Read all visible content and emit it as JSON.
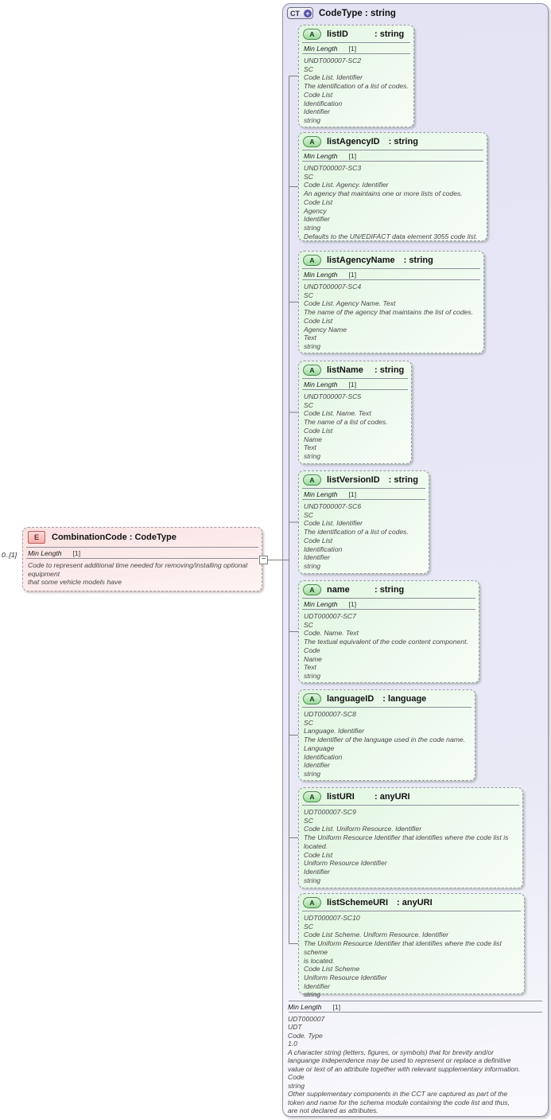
{
  "colors": {
    "ct_lavender": "#e6e6f5",
    "attribute_green": "#e3f7e3",
    "element_pink": "#fbe5e5",
    "connector_gray": "#7f7f7f"
  },
  "icons": {
    "collapse_glyph": "−",
    "plus_glyph": "+",
    "element_glyph": "E",
    "attribute_glyph": "A",
    "complextype_glyph": "CT"
  },
  "element": {
    "multiplicity_label": "0..[1]",
    "title": "CombinationCode : CodeType",
    "facet_name": "Min Length",
    "facet_value": "[1]",
    "doc_lines": [
      "Code to represent additional time needed for removing/installing optional",
      "equipment",
      "that some vehicle models have"
    ]
  },
  "complex_type": {
    "title": "CodeType : string",
    "attributes": [
      {
        "name": "listID",
        "type": "string",
        "facet_name": "Min Length",
        "facet_value": "[1]",
        "doc_lines": [
          "UNDT000007-SC2",
          "SC",
          "Code List. Identifier",
          "The identification of a list of codes.",
          "Code List",
          "Identification",
          "Identifier",
          "string"
        ]
      },
      {
        "name": "listAgencyID",
        "type": "string",
        "facet_name": "Min Length",
        "facet_value": "[1]",
        "doc_lines": [
          "UNDT000007-SC3",
          "SC",
          "Code List. Agency. Identifier",
          "An agency that maintains one or more lists of codes.",
          "Code List",
          "Agency",
          "Identifier",
          "string",
          "Defaults to the UN/EDIFACT data element 3055 code list."
        ]
      },
      {
        "name": "listAgencyName",
        "type": "string",
        "facet_name": "Min Length",
        "facet_value": "[1]",
        "doc_lines": [
          "UNDT000007-SC4",
          "SC",
          "Code List. Agency Name. Text",
          "The name of the agency that maintains the list of codes.",
          "Code List",
          "Agency Name",
          "Text",
          "string"
        ]
      },
      {
        "name": "listName",
        "type": "string",
        "facet_name": "Min Length",
        "facet_value": "[1]",
        "doc_lines": [
          "UNDT000007-SC5",
          "SC",
          "Code List. Name. Text",
          "The name of a list of codes.",
          "Code List",
          "Name",
          "Text",
          "string"
        ]
      },
      {
        "name": "listVersionID",
        "type": "string",
        "facet_name": "Min Length",
        "facet_value": "[1]",
        "doc_lines": [
          "UNDT000007-SC6",
          "SC",
          "Code List. Identifier",
          "The identification of a list of codes.",
          "Code List",
          "Identification",
          "Identifier",
          "string"
        ]
      },
      {
        "name": "name",
        "type": "string",
        "facet_name": "Min Length",
        "facet_value": "[1]",
        "doc_lines": [
          "UDT000007-SC7",
          "SC",
          "Code. Name. Text",
          "The textual equivalent of the code content component.",
          "Code",
          "Name",
          "Text",
          "string"
        ]
      },
      {
        "name": "languageID",
        "type": "language",
        "doc_lines": [
          "UDT000007-SC8",
          "SC",
          "Language. Identifier",
          "The identifier of the language used in the code name.",
          "Language",
          "Identification",
          "Identifier",
          "string"
        ]
      },
      {
        "name": "listURI",
        "type": "anyURI",
        "doc_lines": [
          "UDT000007-SC9",
          "SC",
          "Code List. Uniform Resource. Identifier",
          "The Uniform Resource Identifier that identifies where the code list is",
          "located.",
          "Code List",
          "Uniform Resource Identifier",
          "Identifier",
          "string"
        ]
      },
      {
        "name": "listSchemeURI",
        "type": "anyURI",
        "doc_lines": [
          "UDT000007-SC10",
          "SC",
          "Code List Scheme. Uniform Resource. Identifier",
          "The Uniform Resource Identifier that identifies where the code list scheme",
          "is located.",
          "Code List Scheme",
          "Uniform Resource Identifier",
          "Identifier",
          "string"
        ]
      }
    ],
    "facet_name": "Min Length",
    "facet_value": "[1]",
    "doc_lines": [
      "UDT000007",
      "UDT",
      "Code. Type",
      "1.0",
      "A character string (letters, figures, or symbols) that for brevity and/or",
      "languange independence may be used to represent or replace a definitive",
      "value or text of an attribute together with relevant supplementary information.",
      "Code",
      "string",
      "Other supplementary components in the CCT are captured as part of the",
      "token and name for the schema module containing the code list and thus,",
      "are not declared as attributes."
    ]
  }
}
